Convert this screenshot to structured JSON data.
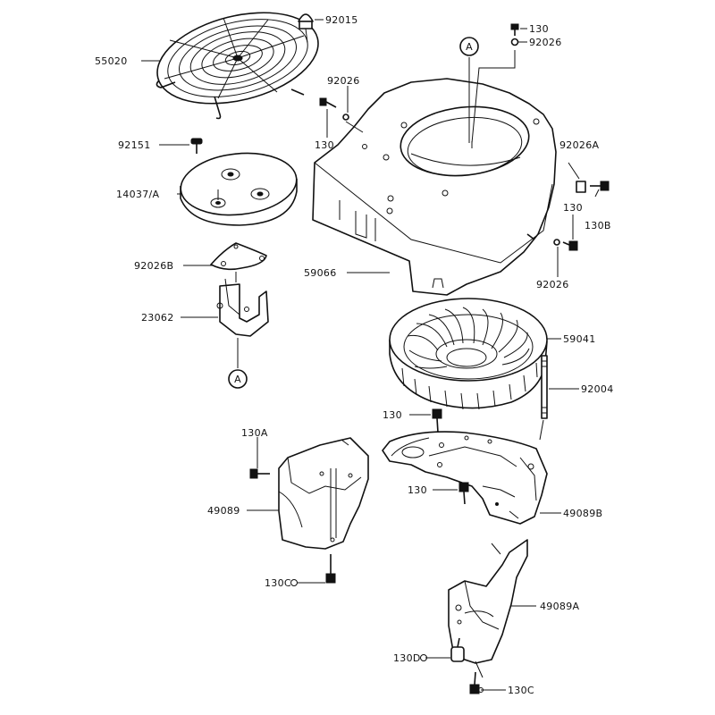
{
  "labels": {
    "p92015": "92015",
    "p55020": "55020",
    "p130_top": "130",
    "p92026_top": "92026",
    "pA_top": "A",
    "p92026_mid": "92026",
    "p130_mid": "130",
    "p92151": "92151",
    "p14037A": "14037/A",
    "p92026A": "92026A",
    "p130_right": "130",
    "p130B": "130B",
    "p92026B": "92026B",
    "p59066": "59066",
    "p92026_low": "92026",
    "p23062": "23062",
    "pA_bottom": "A",
    "p59041": "59041",
    "p92004": "92004",
    "p130_center": "130",
    "p130A": "130A",
    "p130_shroud": "130",
    "p49089": "49089",
    "p49089B": "49089B",
    "p130C_left": "130C",
    "p49089A": "49089A",
    "p130D": "130D",
    "p130C_bottom": "130C"
  }
}
